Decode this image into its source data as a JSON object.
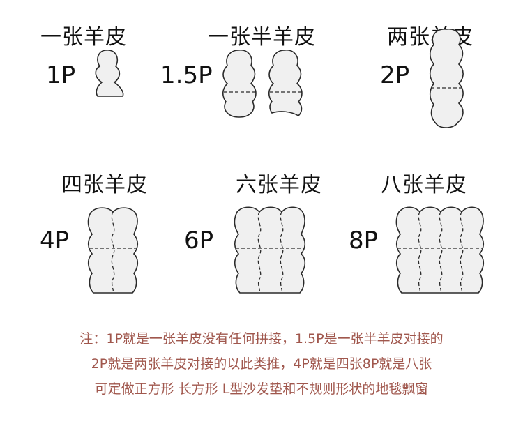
{
  "diagram": {
    "top_row": [
      {
        "title": "一张羊皮",
        "label": "1P"
      },
      {
        "title": "一张半羊皮",
        "label": "1.5P"
      },
      {
        "title": "两张羊皮",
        "label": "2P"
      }
    ],
    "bottom_row": [
      {
        "title": "四张羊皮",
        "label": "4P"
      },
      {
        "title": "六张羊皮",
        "label": "6P"
      },
      {
        "title": "八张羊皮",
        "label": "8P"
      }
    ]
  },
  "note": {
    "line1": "注：1P就是一张羊皮没有任何拼接，1.5P是一张半羊皮对接的",
    "line2": "2P就是两张羊皮对接的以此类推，4P就是四张8P就是八张",
    "line3": "可定做正方形 长方形 L型沙发垫和不规则形状的地毯飘窗"
  },
  "colors": {
    "note_text": "#a0574d",
    "shape_fill": "#f0f0f0",
    "outline": "#2a2a2a"
  }
}
